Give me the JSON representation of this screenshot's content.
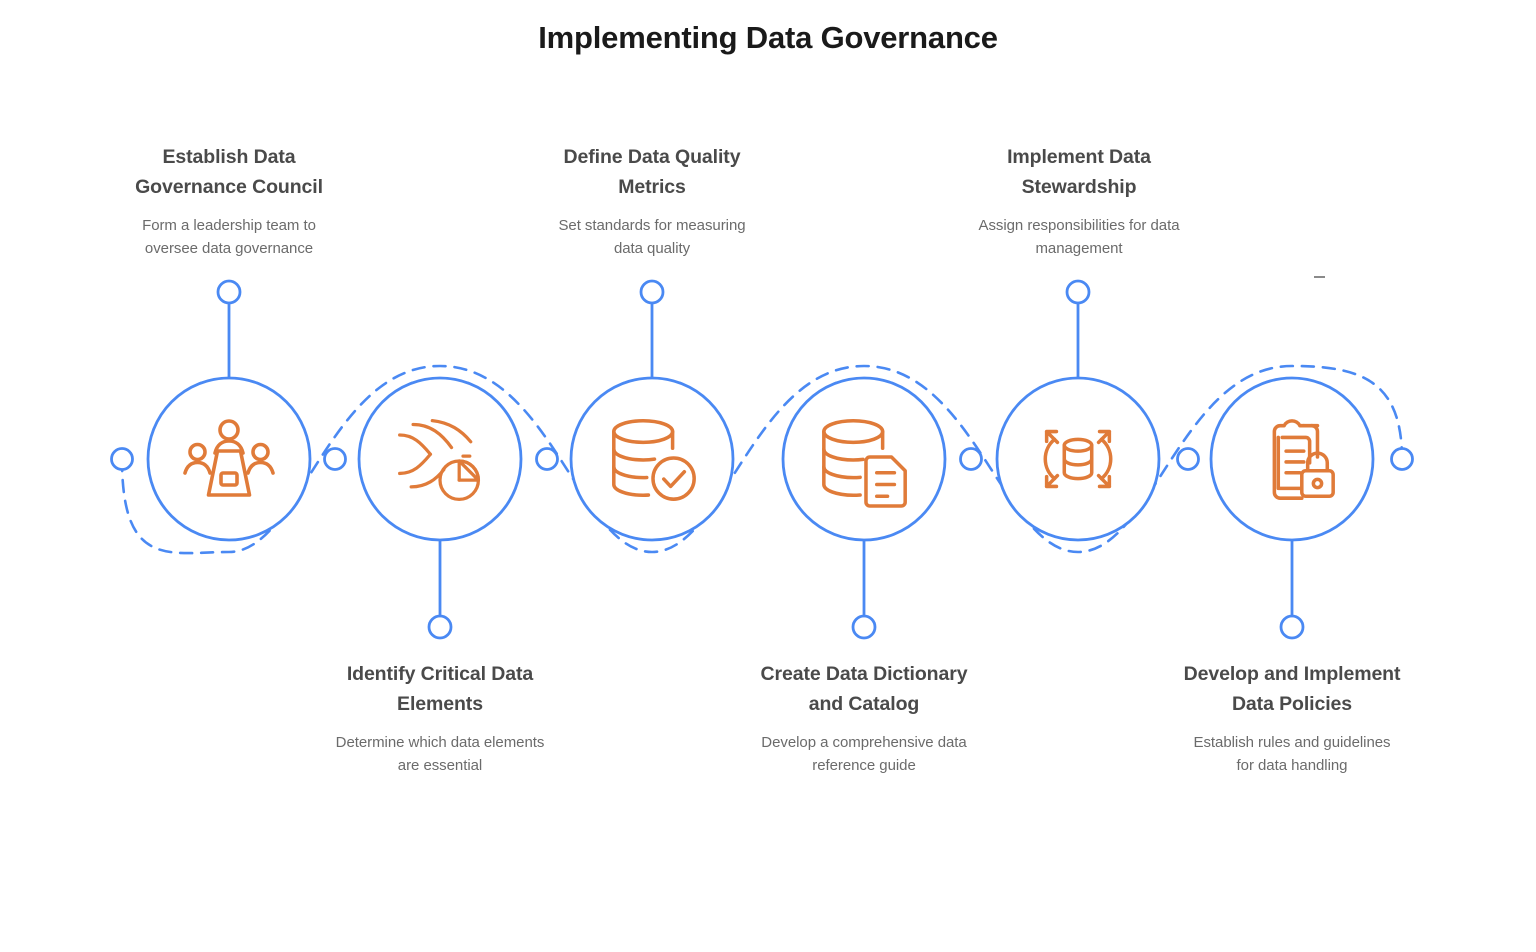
{
  "page": {
    "title": "Implementing Data Governance",
    "background": "#ffffff"
  },
  "theme": {
    "accent_blue": "#4A89F3",
    "accent_orange": "#E07B39",
    "title_color": "#1a1a1a",
    "step_title_color": "#4a4a4a",
    "step_desc_color": "#6b6b6b"
  },
  "steps": [
    {
      "index": 1,
      "title": "Establish Data Governance Council",
      "title_lines": [
        "Establish Data",
        "Governance Council"
      ],
      "description": "Form a leadership team to oversee data governance",
      "desc_lines": [
        "Form a leadership team to",
        "oversee data governance"
      ],
      "icon": "council-meeting-icon",
      "label_position": "above"
    },
    {
      "index": 2,
      "title": "Identify Critical Data Elements",
      "title_lines": [
        "Identify Critical Data",
        "Elements"
      ],
      "description": "Determine which data elements are essential",
      "desc_lines": [
        "Determine which data elements",
        "are essential"
      ],
      "icon": "data-streams-pie-chart-icon",
      "label_position": "below"
    },
    {
      "index": 3,
      "title": "Define Data Quality Metrics",
      "title_lines": [
        "Define Data Quality",
        "Metrics"
      ],
      "description": "Set standards for measuring data quality",
      "desc_lines": [
        "Set standards for measuring",
        "data quality"
      ],
      "icon": "database-check-icon",
      "label_position": "above"
    },
    {
      "index": 4,
      "title": "Create Data Dictionary and Catalog",
      "title_lines": [
        "Create Data Dictionary",
        "and Catalog"
      ],
      "description": "Develop a comprehensive data reference guide",
      "desc_lines": [
        "Develop a comprehensive data",
        "reference guide"
      ],
      "icon": "database-document-icon",
      "label_position": "below"
    },
    {
      "index": 5,
      "title": "Implement Data Stewardship",
      "title_lines": [
        "Implement Data",
        "Stewardship"
      ],
      "description": "Assign responsibilities for data management",
      "desc_lines": [
        "Assign responsibilities for data",
        "management"
      ],
      "icon": "database-distribute-arrows-icon",
      "label_position": "above"
    },
    {
      "index": 6,
      "title": "Develop and Implement Data Policies",
      "title_lines": [
        "Develop and Implement",
        "Data Policies"
      ],
      "description": "Establish rules and guidelines for data handling",
      "desc_lines": [
        "Establish rules and guidelines",
        "for data handling"
      ],
      "icon": "clipboard-lock-icon",
      "label_position": "below"
    }
  ]
}
